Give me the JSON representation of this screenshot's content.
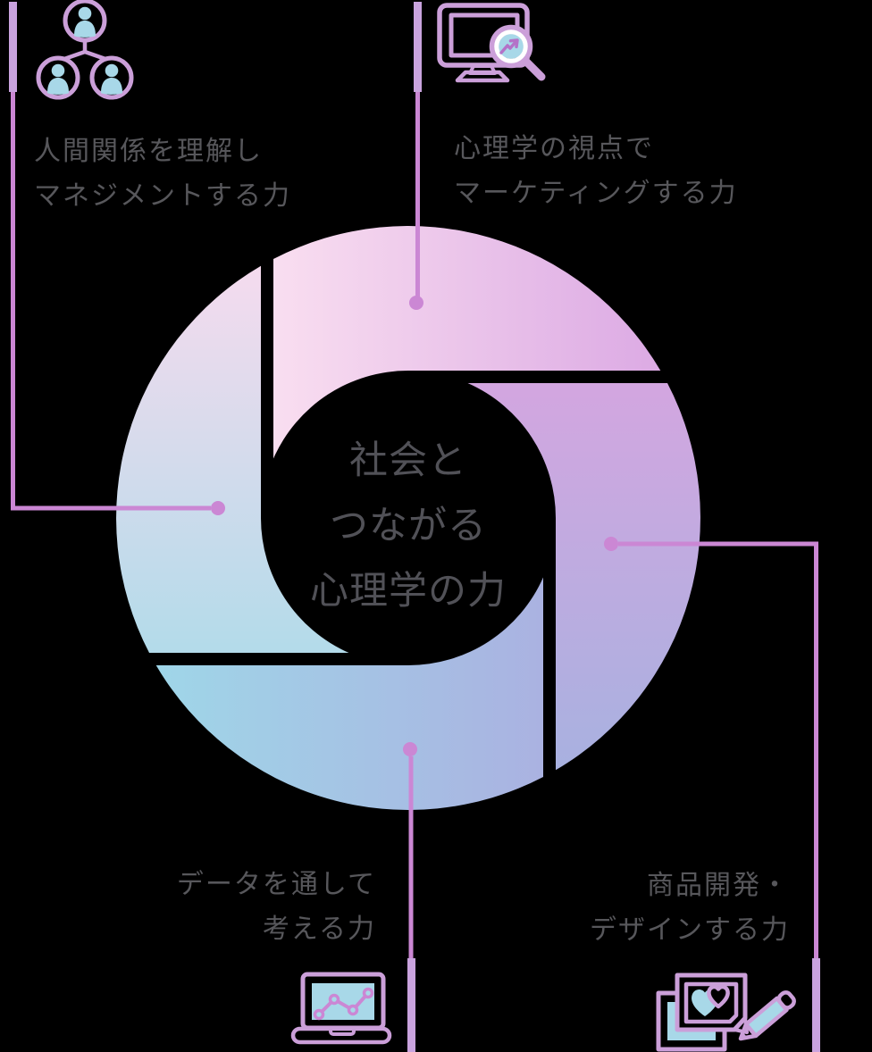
{
  "center": {
    "line1": "社会と",
    "line2": "つながる",
    "line3": "心理学の力"
  },
  "labels": {
    "management": {
      "line1": "人間関係を理解し",
      "line2": "マネジメントする力"
    },
    "marketing": {
      "line1": "心理学の視点で",
      "line2": "マーケティングする力"
    },
    "data": {
      "line1": "データを通して",
      "line2": "考える力"
    },
    "design": {
      "line1": "商品開発・",
      "line2": "デザインする力"
    }
  },
  "icons": {
    "management": "org-chart-icon",
    "marketing": "monitor-magnifier-icon",
    "data": "laptop-chart-icon",
    "design": "cards-pencil-icon"
  },
  "colors": {
    "background": "#000000",
    "connector_line": "#cb87d4",
    "connector_bar": "#c9a3de",
    "icon_stroke": "#cb9fd9",
    "icon_fill_blue": "#a8d8e8",
    "blade_pink_light": "#f9def0",
    "blade_pink": "#dcaae4",
    "blade_purple": "#d3a6e0",
    "blade_blue_purple": "#a8b1e0",
    "blade_cyan": "#9fd6e8",
    "center_text": "#515157",
    "label_text": "#57575b"
  }
}
